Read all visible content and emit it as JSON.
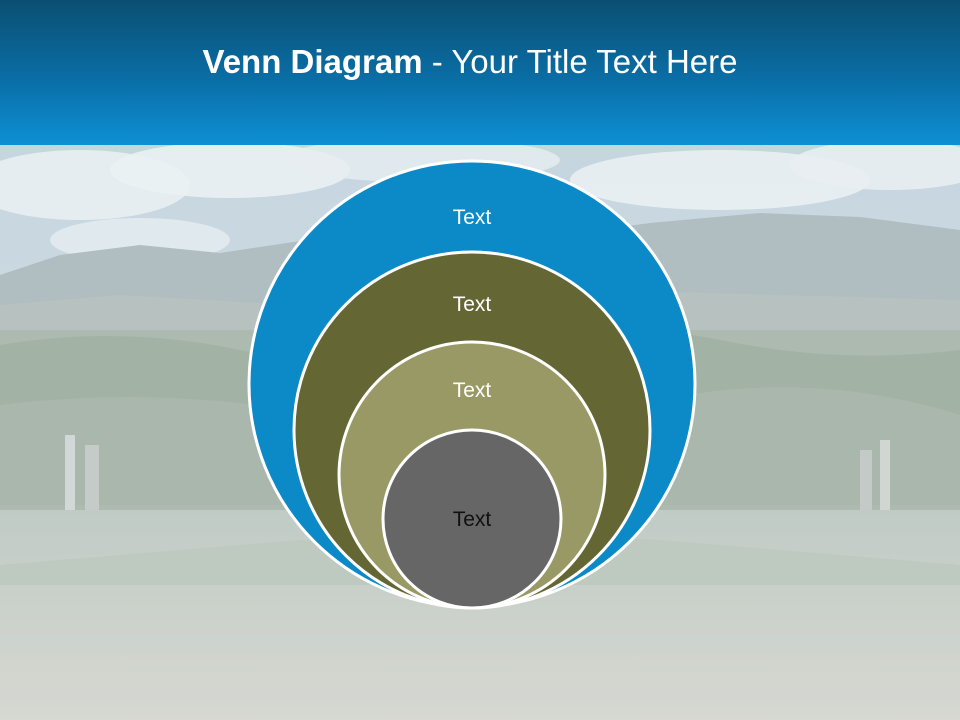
{
  "slide": {
    "title_bold": "Venn Diagram",
    "title_rest": " - Your Title Text Here"
  },
  "diagram": {
    "type": "nested-circles",
    "circles": [
      {
        "label": "Text",
        "fill": "#0b8ac7"
      },
      {
        "label": "Text",
        "fill": "#646633"
      },
      {
        "label": "Text",
        "fill": "#999966"
      },
      {
        "label": "Text",
        "fill": "#666666"
      }
    ]
  },
  "colors": {
    "header_top": "#0a4f72",
    "header_bottom": "#0d90d4",
    "circle_outline": "#ffffff",
    "label_light": "#ffffff",
    "label_dark": "#111111"
  }
}
